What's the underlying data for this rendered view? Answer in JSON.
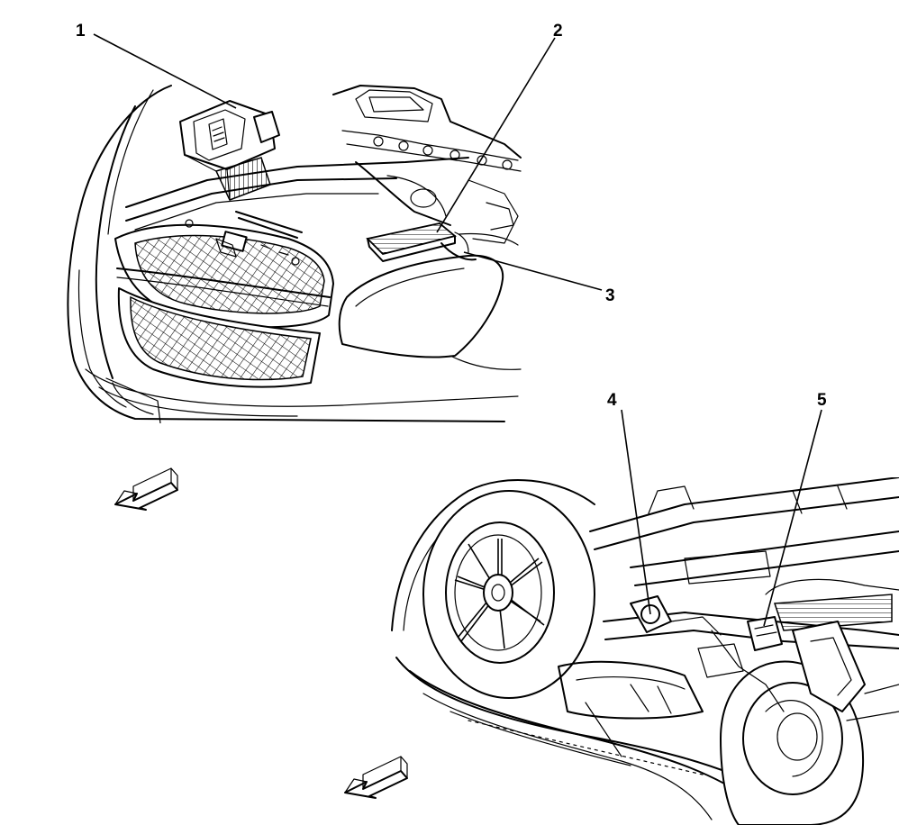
{
  "callouts": [
    {
      "id": 1,
      "label": "1"
    },
    {
      "id": 2,
      "label": "2"
    },
    {
      "id": 3,
      "label": "3"
    },
    {
      "id": 4,
      "label": "4"
    },
    {
      "id": 5,
      "label": "5"
    }
  ],
  "icons": {
    "front_arrow_top": "front-direction-arrow",
    "front_arrow_bottom": "front-direction-arrow"
  }
}
